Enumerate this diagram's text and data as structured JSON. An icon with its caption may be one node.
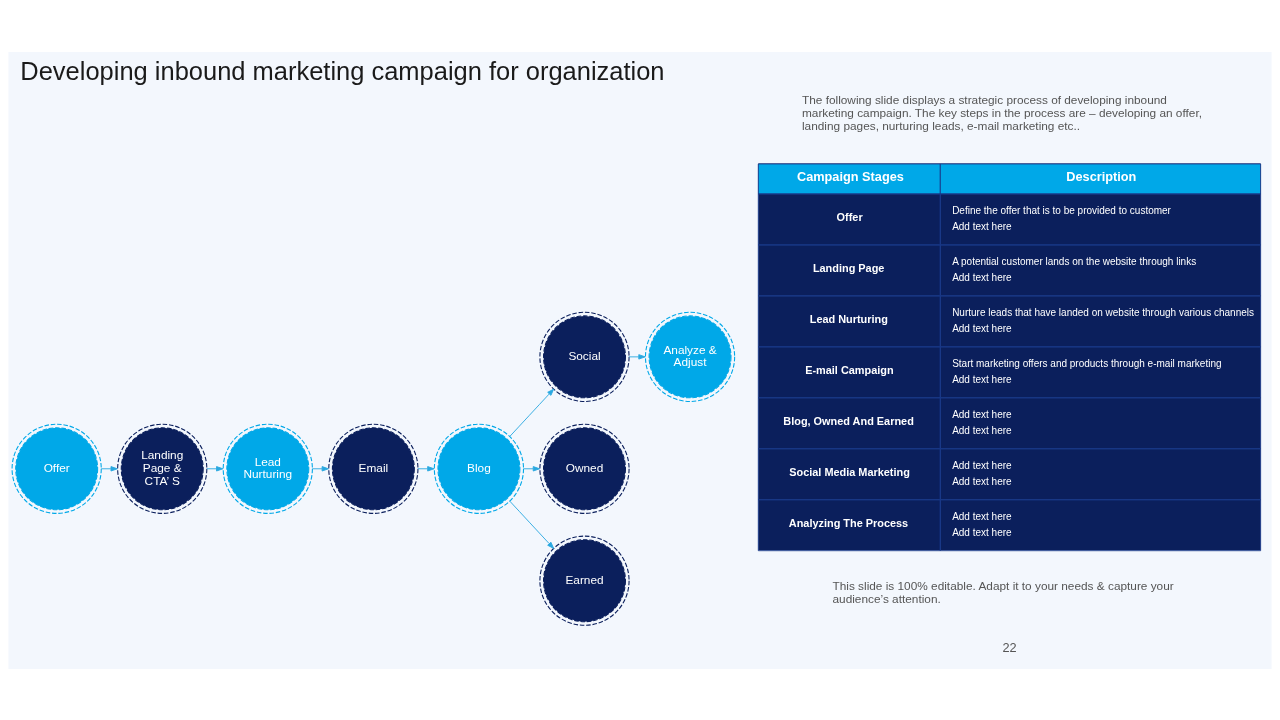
{
  "diagram": {
    "title": "Developing inbound marketing campaign for organization",
    "nodes": [
      {
        "text": [
          "Offer"
        ]
      },
      {
        "text": [
          "Landing Page & CTA’ S"
        ]
      },
      {
        "text": [
          "Lead Nurturing"
        ]
      },
      {
        "text": [
          "Email"
        ]
      },
      {
        "text": [
          "Blog"
        ]
      },
      {
        "text": [
          "Social"
        ]
      },
      {
        "text": [
          "Analyze & Adjust"
        ]
      },
      {
        "text": [
          "Owned"
        ]
      },
      {
        "text": [
          "Earned"
        ]
      }
    ],
    "edges": [
      {
        "from": 0,
        "to": 1,
        "arrow": "to"
      },
      {
        "from": 1,
        "to": 2,
        "arrow": "to"
      },
      {
        "from": 2,
        "to": 3,
        "arrow": "to"
      },
      {
        "from": 3,
        "to": 4,
        "arrow": "to"
      },
      {
        "from": 4,
        "to": 5,
        "arrow": "to"
      },
      {
        "from": 5,
        "to": 6,
        "arrow": "to"
      },
      {
        "from": 4,
        "to": 7,
        "arrow": "to"
      },
      {
        "from": 4,
        "to": 8,
        "arrow": "to"
      }
    ],
    "labels": [
      "The following slide displays a strategic process of developing inbound marketing campaign. The key steps in the process are – developing an offer, landing pages, nurturing leads, e-mail marketing etc..",
      "Campaign Stages",
      "Description",
      "Offer",
      "Define the offer that is to be provided to customer",
      "Add text here",
      "Landing Page",
      "A potential customer lands on the website through links",
      "Add text here",
      "Lead Nurturing",
      "Nurture leads that have landed on website through various channels",
      "Add text here",
      "E-mail Campaign",
      "Start marketing offers and products through e-mail marketing",
      "Add text here",
      "Blog, Owned And Earned",
      "Add text here",
      "Add text here",
      "Social Media Marketing",
      "Add text here",
      "Add text here",
      "Analyzing The Process",
      "Add text here",
      "Add text here",
      "This slide is 100% editable. Adapt it to your needs & capture your audience’s attention.",
      "22"
    ]
  }
}
